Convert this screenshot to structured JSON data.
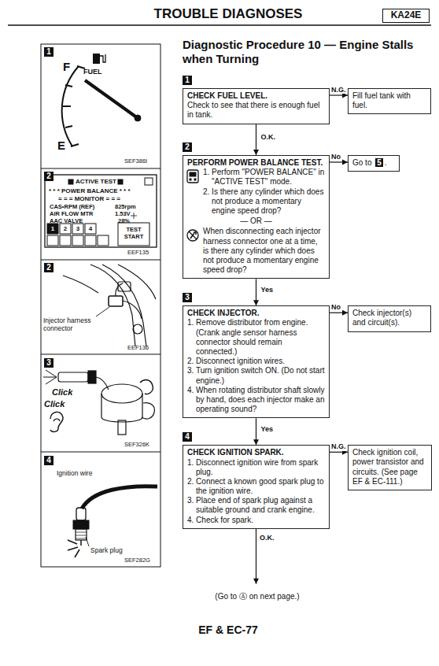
{
  "diagram": {
    "title": "Diagnostic Procedure 10 — Engine Stalls when Turning",
    "nodes": [
      {
        "text": [
          "CHECK FUEL LEVEL.",
          "Check to see that there is enough fuel in tank."
        ]
      },
      {
        "text": [
          "Fill fuel tank with fuel."
        ]
      },
      {
        "text": [
          "PERFORM POWER BALANCE TEST.",
          "1. Perform \"POWER BALANCE\" in \"ACTIVE TEST\" mode.",
          "2. Is there any cylinder which does not produce a momentary engine speed drop?",
          "— OR —",
          "When disconnecting each injector harness connector one at a time, is there any cylinder which does not produce a momentary engine speed drop?"
        ]
      },
      {
        "text": [
          "Go to",
          "5",
          "."
        ]
      },
      {
        "text": [
          "CHECK INJECTOR.",
          "1. Remove distributor from engine. (Crank angle sensor harness connector should remain connected.)",
          "2. Disconnect ignition wires.",
          "3. Turn ignition switch ON. (Do not start engine.)",
          "4. When rotating distributor shaft slowly by hand, does each injector make an operating sound?"
        ]
      },
      {
        "text": [
          "Check injector(s) and circuit(s)."
        ]
      },
      {
        "text": [
          "CHECK IGNITION SPARK.",
          "1. Disconnect ignition wire from spark plug.",
          "2. Connect a known good spark plug to the ignition wire.",
          "3. Place end of spark plug against a suitable ground and crank engine.",
          "4. Check for spark."
        ]
      },
      {
        "text": [
          "Check ignition coil, power transistor and circuits. (See page EF & EC-111.)"
        ]
      }
    ],
    "edges": [
      {
        "from": 0,
        "to": 1,
        "arrow": "to",
        "label": "N.G."
      },
      {
        "from": 0,
        "to": 2,
        "arrow": "to",
        "label": "O.K."
      },
      {
        "from": 2,
        "to": 3,
        "arrow": "to",
        "label": "No"
      },
      {
        "from": 2,
        "to": 4,
        "arrow": "to",
        "label": "Yes"
      },
      {
        "from": 4,
        "to": 5,
        "arrow": "to",
        "label": "No"
      },
      {
        "from": 4,
        "to": 6,
        "arrow": "to",
        "label": "Yes"
      },
      {
        "from": 6,
        "to": 7,
        "arrow": "to",
        "label": "N.G."
      }
    ],
    "labels": [
      "TROUBLE DIAGNOSES",
      "KA24E",
      "1",
      "F",
      "FUEL",
      "E",
      "SEF386I",
      "2",
      "ACTIVE TEST",
      "* * * POWER BALANCE * * *",
      "= = = MONITOR = = =",
      "CAS•RPM (REF)",
      "825rpm",
      "AIR FLOW MTR",
      "1.53V",
      "AAC VALVE",
      "28%",
      "1",
      "2",
      "3",
      "4",
      "TEST START",
      "EEF135",
      "2",
      "Injector harness connector",
      "EEF136",
      "3",
      "Click",
      "Click",
      "SEF326K",
      "4",
      "Ignition wire",
      "Spark plug",
      "SEF282G",
      "1",
      "2",
      "3",
      "4",
      "O.K.",
      "(Go to Ⓐ on next page.)",
      "EF & EC-77"
    ]
  }
}
